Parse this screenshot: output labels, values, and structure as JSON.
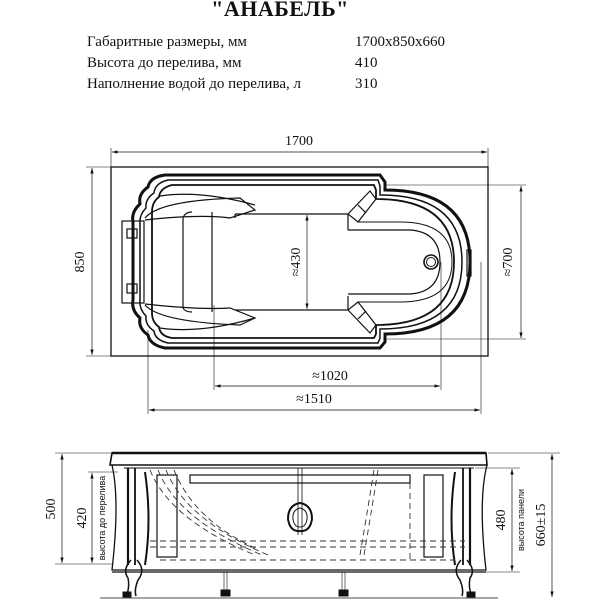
{
  "title": "\"АНАБЕЛЬ\"",
  "specs": [
    {
      "label": "Габаритные размеры, мм",
      "value": "1700x850x660"
    },
    {
      "label": "Высота до перелива, мм",
      "value": "410"
    },
    {
      "label": "Наполнение водой до перелива, л",
      "value": "310"
    }
  ],
  "top_view": {
    "dims": {
      "length": "1700",
      "width": "850",
      "inner_width": "≈700",
      "inner_depth": "≈430",
      "inner_length": "≈1020",
      "bowl_length": "≈1510"
    }
  },
  "side_view": {
    "dims": {
      "height": "500",
      "overflow_height": "420",
      "overflow_label": "высота до перелива",
      "panel_height": "480",
      "panel_label": "высота панели",
      "total_height": "660±15"
    }
  }
}
